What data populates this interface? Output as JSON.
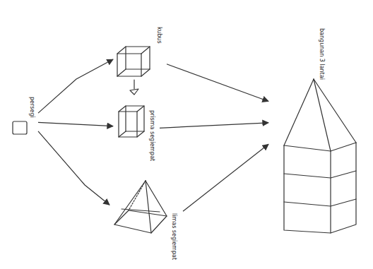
{
  "diagram": {
    "nodes": [
      {
        "text": [
          "persegi"
        ]
      },
      {
        "text": [
          "kubus"
        ]
      },
      {
        "text": [
          "prisma segiempat"
        ]
      },
      {
        "text": [
          "limas segiempat"
        ]
      },
      {
        "text": [
          "bangunan 3 lantai"
        ]
      }
    ],
    "edges": [
      {
        "from": 0,
        "to": 1,
        "arrow": "to"
      },
      {
        "from": 0,
        "to": 2,
        "arrow": "to"
      },
      {
        "from": 0,
        "to": 3,
        "arrow": "to"
      },
      {
        "from": 1,
        "to": 4,
        "arrow": "to"
      },
      {
        "from": 2,
        "to": 4,
        "arrow": "to"
      },
      {
        "from": 3,
        "to": 4,
        "arrow": "to"
      }
    ]
  }
}
